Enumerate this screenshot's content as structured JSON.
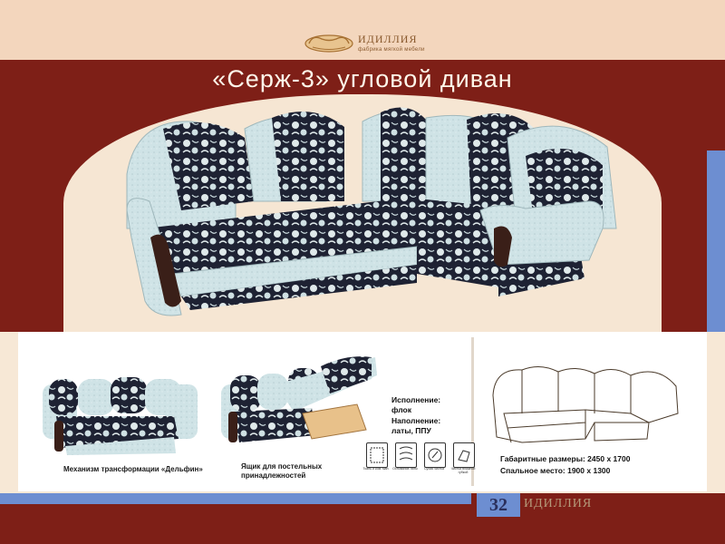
{
  "header": {
    "brand": "ИДИЛЛИЯ",
    "tagline": "фабрика мягкой мебели"
  },
  "title": "«Серж-3» угловой диван",
  "captions": {
    "mechanism": "Механизм трансформации «Дельфин»",
    "drawer_line1": "Ящик для постельных",
    "drawer_line2": "принадлежностей"
  },
  "specs": {
    "finish_label": "Исполнение:",
    "finish_value": "флок",
    "filling_label": "Наполнение:",
    "filling_value": "латы, ППУ"
  },
  "care_icons": [
    {
      "name": "care-icon-frame",
      "label": "Ткань и ком. ман."
    },
    {
      "name": "care-icon-base",
      "label": "Основание латы"
    },
    {
      "name": "care-icon-dry",
      "label": "Сухая чистка"
    },
    {
      "name": "care-icon-wet",
      "label": "Чистка влажной губкой"
    }
  ],
  "dimensions": {
    "overall": "Габаритные размеры: 2450 х 1700",
    "sleeping": "Спальное место: 1900 х 1300"
  },
  "footer": {
    "page_number": "32",
    "brand": "ИДИЛЛИЯ"
  },
  "colors": {
    "maroon": "#7e1f17",
    "cream": "#f6e6d3",
    "blue": "#6d8ed1",
    "fabric_light": "#cfe3e6",
    "fabric_dark": "#1e2233"
  }
}
